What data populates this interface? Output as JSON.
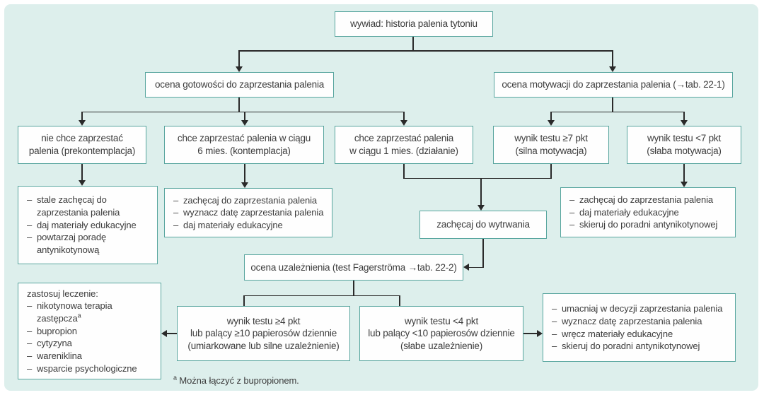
{
  "colors": {
    "page_background": "#ffffff",
    "panel_background": "#ddefec",
    "node_border": "#57a59e",
    "node_fill": "#fefefe",
    "text": "#3c3c3c",
    "connector": "#2a2a2a"
  },
  "ui": {
    "bullet": "–",
    "footnote_marker": "a"
  },
  "flowchart": {
    "interview": {
      "label": "wywiad: historia palenia tytoniu"
    },
    "readiness": {
      "label": "ocena gotowości do zaprzestania palenia"
    },
    "motivation": {
      "label": "ocena motywacji do zaprzestania palenia (→tab. 22-1)"
    },
    "precontemplation": {
      "lines": [
        "nie chce zaprzestać",
        "palenia (prekontemplacja)"
      ]
    },
    "contemplation": {
      "lines": [
        "chce zaprzestać palenia w ciągu",
        "6 mies. (kontemplacja)"
      ]
    },
    "action": {
      "lines": [
        "chce zaprzestać palenia",
        "w ciągu 1 mies. (działanie)"
      ]
    },
    "strong_motivation": {
      "lines": [
        "wynik testu ≥7 pkt",
        "(silna motywacja)"
      ]
    },
    "weak_motivation": {
      "lines": [
        "wynik testu <7 pkt",
        "(słaba motywacja)"
      ]
    },
    "advice_precontemplation": {
      "items": [
        "stale zachęcaj do zaprzestania palenia",
        "daj materiały edukacyjne",
        "powtarzaj poradę antynikotynową"
      ]
    },
    "advice_contemplation": {
      "items": [
        "zachęcaj do zaprzestania palenia",
        "wyznacz datę zaprzestania palenia",
        "daj materiały edukacyjne"
      ]
    },
    "encourage_persistence": {
      "label": "zachęcaj do wytrwania"
    },
    "advice_weak_motivation": {
      "items": [
        "zachęcaj do zaprzestania palenia",
        "daj materiały edukacyjne",
        "skieruj do poradni antynikotynowej"
      ]
    },
    "dependence_assessment": {
      "label": "ocena uzależnienia (test Fagerströma →tab. 22-2)"
    },
    "treatment": {
      "heading": "zastosuj leczenie:",
      "items": [
        "nikotynowa terapia zastępcza",
        "bupropion",
        "cytyzyna",
        "wareniklina",
        "wsparcie psychologiczne"
      ]
    },
    "high_dependence": {
      "lines": [
        "wynik testu ≥4 pkt",
        "lub palący ≥10 papierosów dziennie",
        "(umiarkowane lub silne uzależnienie)"
      ]
    },
    "low_dependence": {
      "lines": [
        "wynik testu <4 pkt",
        "lub palący <10 papierosów dziennie",
        "(słabe uzależnienie)"
      ]
    },
    "advice_strengthen": {
      "items": [
        "umacniaj w decyzji zaprzestania palenia",
        "wyznacz datę zaprzestania palenia",
        "wręcz materiały edukacyjne",
        "skieruj do poradni antynikotynowej"
      ]
    },
    "footnote": {
      "text": "Można łączyć z bupropionem."
    }
  }
}
